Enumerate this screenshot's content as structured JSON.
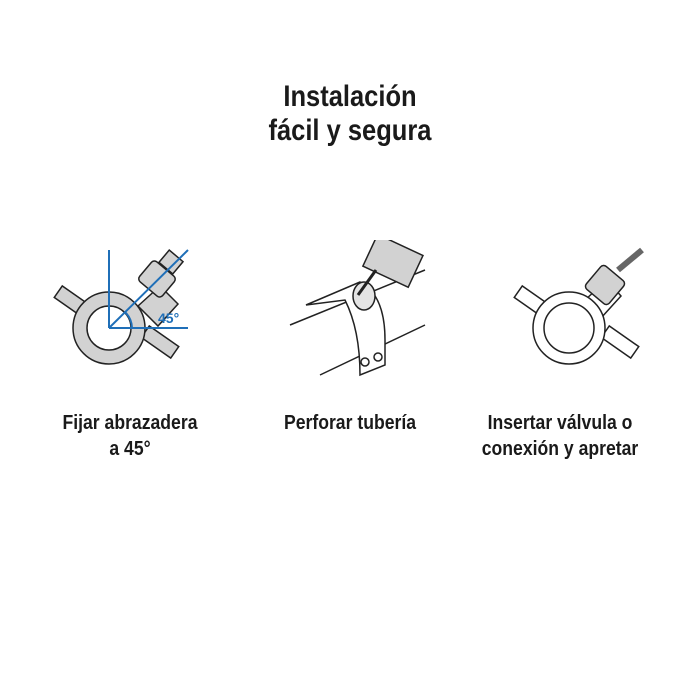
{
  "title": {
    "line1": "Instalación",
    "line2": "fácil y segura"
  },
  "steps": [
    {
      "caption_line1": "Fijar abrazadera",
      "caption_line2": "a 45°",
      "angle_label": "45°",
      "icon": "clamp-45-degree-icon"
    },
    {
      "caption_line1": "Perforar tubería",
      "caption_line2": "",
      "icon": "drill-pipe-icon"
    },
    {
      "caption_line1": "Insertar válvula o",
      "caption_line2": "conexión y apretar",
      "icon": "valve-insert-icon"
    }
  ],
  "colors": {
    "accent": "#1f6fb8",
    "text": "#1a1a1a",
    "fill": "#d2d2d2"
  }
}
